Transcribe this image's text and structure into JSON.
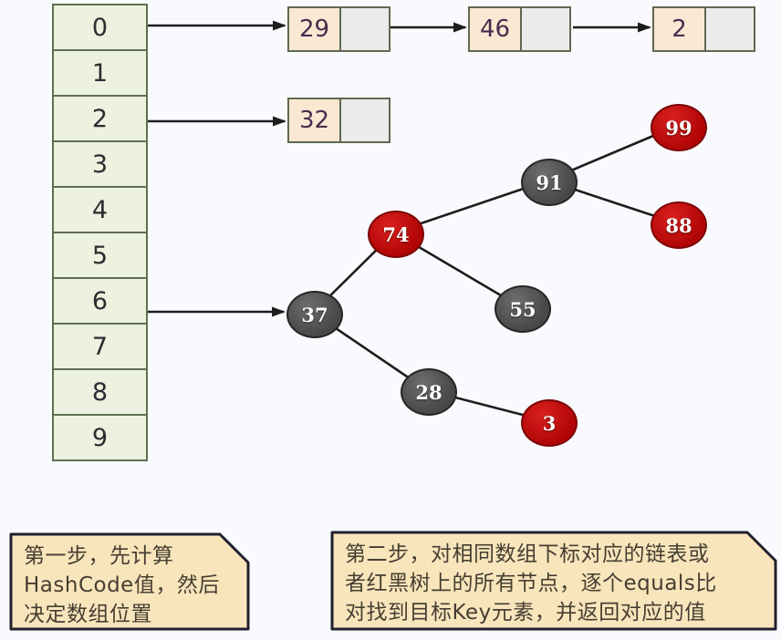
{
  "diagram_title": "HashMap bucket array with linked lists and red-black tree",
  "colors": {
    "background": "#f8fafd",
    "array_cell_fill": "#edf1e0",
    "array_cell_border": "#5f7050",
    "list_key_fill": "#fae8d2",
    "list_next_fill": "#ebebeb",
    "node_black": "#4e4e4e",
    "node_red": "#b10505",
    "connector": "#1d1d1d",
    "callout_fill": "#f8e5bb",
    "callout_border": "#20202e"
  },
  "array": {
    "cells": [
      "0",
      "1",
      "2",
      "3",
      "4",
      "5",
      "6",
      "7",
      "8",
      "9"
    ]
  },
  "chains": [
    {
      "bucket": "0",
      "nodes": [
        "29",
        "46",
        "2"
      ]
    },
    {
      "bucket": "2",
      "nodes": [
        "32"
      ]
    },
    {
      "bucket": "6",
      "type": "red-black-tree"
    }
  ],
  "tree": {
    "nodes": [
      {
        "value": "37",
        "color": "black"
      },
      {
        "value": "74",
        "color": "red"
      },
      {
        "value": "91",
        "color": "black"
      },
      {
        "value": "55",
        "color": "black"
      },
      {
        "value": "99",
        "color": "red"
      },
      {
        "value": "88",
        "color": "red"
      },
      {
        "value": "28",
        "color": "black"
      },
      {
        "value": "3",
        "color": "red"
      }
    ],
    "edges": [
      [
        "37",
        "74"
      ],
      [
        "37",
        "28"
      ],
      [
        "74",
        "91"
      ],
      [
        "74",
        "55"
      ],
      [
        "91",
        "99"
      ],
      [
        "91",
        "88"
      ],
      [
        "28",
        "3"
      ]
    ]
  },
  "callouts": {
    "step1": {
      "text": "第一步，先计算\nHashCode值，然后\n决定数组位置"
    },
    "step2": {
      "text": "第二步，对相同数组下标对应的链表或\n者红黑树上的所有节点，逐个equals比\n对找到目标Key元素，并返回对应的值"
    }
  }
}
